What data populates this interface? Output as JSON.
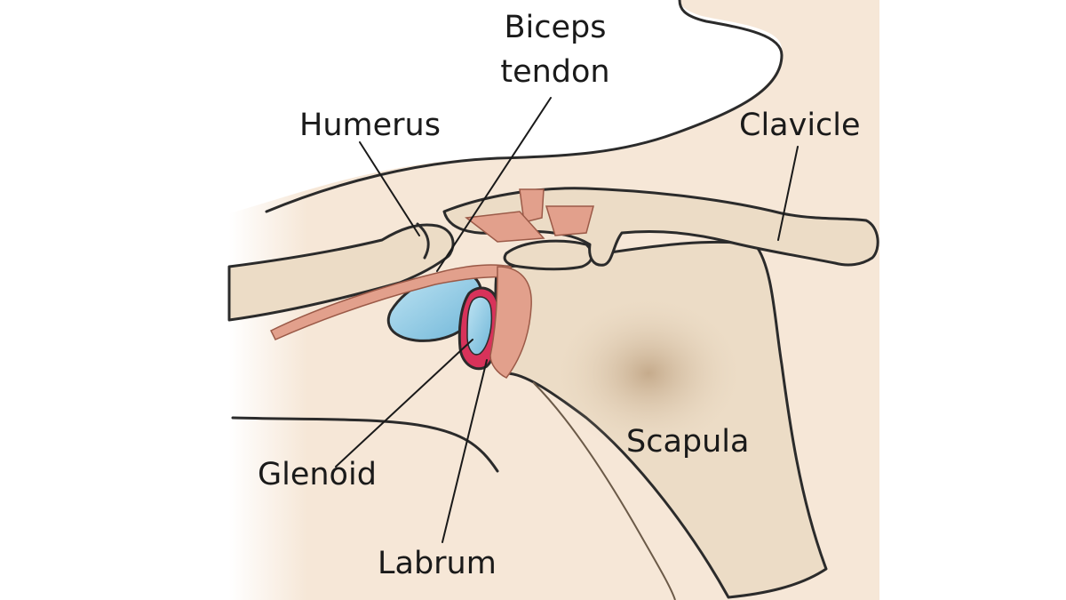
{
  "labels": {
    "biceps_line1": "Biceps",
    "biceps_line2": "tendon",
    "humerus": "Humerus",
    "clavicle": "Clavicle",
    "glenoid": "Glenoid",
    "scapula": "Scapula",
    "labrum": "Labrum"
  },
  "colors": {
    "skin": "#f6e7d7",
    "bone": "#ecdcc6",
    "bone_shadow": "#c9ad8e",
    "cartilage": "#8ecbe6",
    "labrum": "#d8325a",
    "tendon": "#e2a08c",
    "outline": "#2b2b2b"
  }
}
